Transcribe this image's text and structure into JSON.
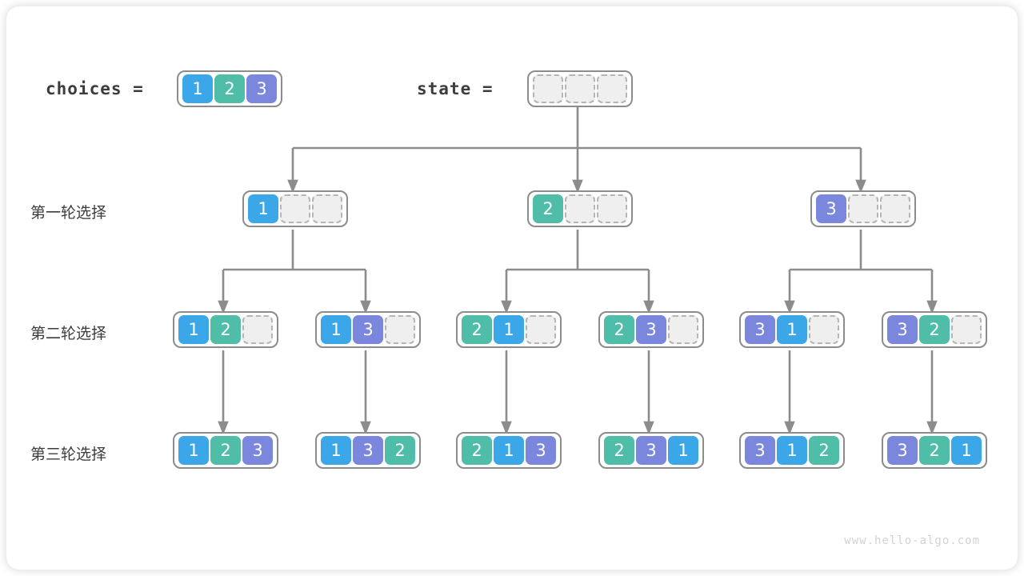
{
  "header": {
    "choices_label": "choices =",
    "state_label": "state ="
  },
  "round_labels": [
    "第一轮选择",
    "第二轮选择",
    "第三轮选择"
  ],
  "palette": {
    "value_1": "#3ba7e8",
    "value_2": "#4fbda8",
    "value_3": "#7b86dd",
    "empty_fill": "#efefef",
    "empty_border": "#b5b5b5",
    "node_border": "#8c8c8c",
    "connector": "#8c8c8c",
    "text": "#3c3c3c",
    "watermark": "#d2d2d2",
    "background": "#ffffff"
  },
  "tree": {
    "choices": [
      "1",
      "2",
      "3"
    ],
    "state": [
      "",
      "",
      ""
    ],
    "level_1": [
      {
        "cells": [
          "1",
          "",
          ""
        ]
      },
      {
        "cells": [
          "2",
          "",
          ""
        ]
      },
      {
        "cells": [
          "3",
          "",
          ""
        ]
      }
    ],
    "level_2": [
      {
        "cells": [
          "1",
          "2",
          ""
        ]
      },
      {
        "cells": [
          "1",
          "3",
          ""
        ]
      },
      {
        "cells": [
          "2",
          "1",
          ""
        ]
      },
      {
        "cells": [
          "2",
          "3",
          ""
        ]
      },
      {
        "cells": [
          "3",
          "1",
          ""
        ]
      },
      {
        "cells": [
          "3",
          "2",
          ""
        ]
      }
    ],
    "level_3": [
      {
        "cells": [
          "1",
          "2",
          "3"
        ]
      },
      {
        "cells": [
          "1",
          "3",
          "2"
        ]
      },
      {
        "cells": [
          "2",
          "1",
          "3"
        ]
      },
      {
        "cells": [
          "2",
          "3",
          "1"
        ]
      },
      {
        "cells": [
          "3",
          "1",
          "2"
        ]
      },
      {
        "cells": [
          "3",
          "2",
          "1"
        ]
      }
    ]
  },
  "watermark": "www.hello-algo.com"
}
